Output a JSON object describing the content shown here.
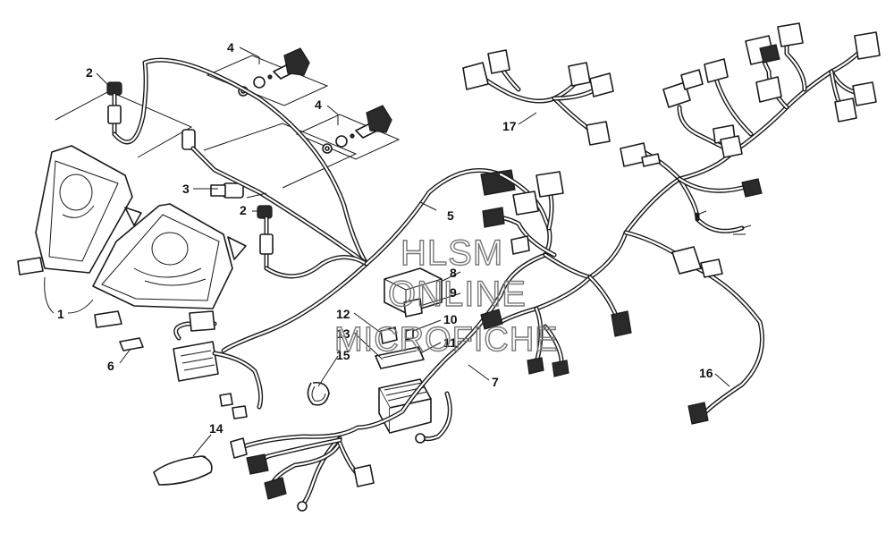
{
  "callouts": [
    "1",
    "2",
    "2",
    "3",
    "4",
    "4",
    "5",
    "6",
    "7",
    "8",
    "9",
    "10",
    "11",
    "12",
    "13",
    "14",
    "15",
    "16",
    "17"
  ],
  "watermark": {
    "line1": "HLSM",
    "line2": "ONLINE",
    "line3": "MICROFICHE"
  }
}
